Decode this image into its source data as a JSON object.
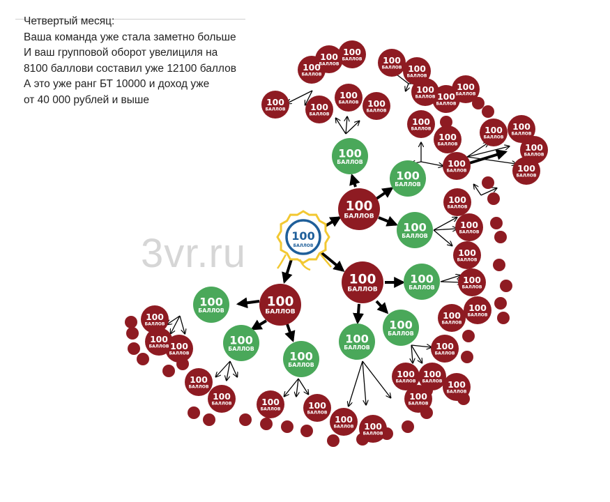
{
  "caption": {
    "lines": [
      "Четвертый месяц:",
      "Ваша команда уже стала заметно больше",
      "И ваш групповой оборот увелициля на",
      "8100 баллови составил уже 12100 баллов",
      "А это уже ранг БТ 10000 и доход уже",
      "от 40 000 рублей и выше"
    ]
  },
  "watermark": "3vr.ru",
  "node": {
    "value": "100",
    "unit": "БАЛЛОВ"
  },
  "colors": {
    "red": "#8e1b22",
    "green": "#4aa85a",
    "blue": "#1f5f9a",
    "gold": "#f2c832"
  }
}
